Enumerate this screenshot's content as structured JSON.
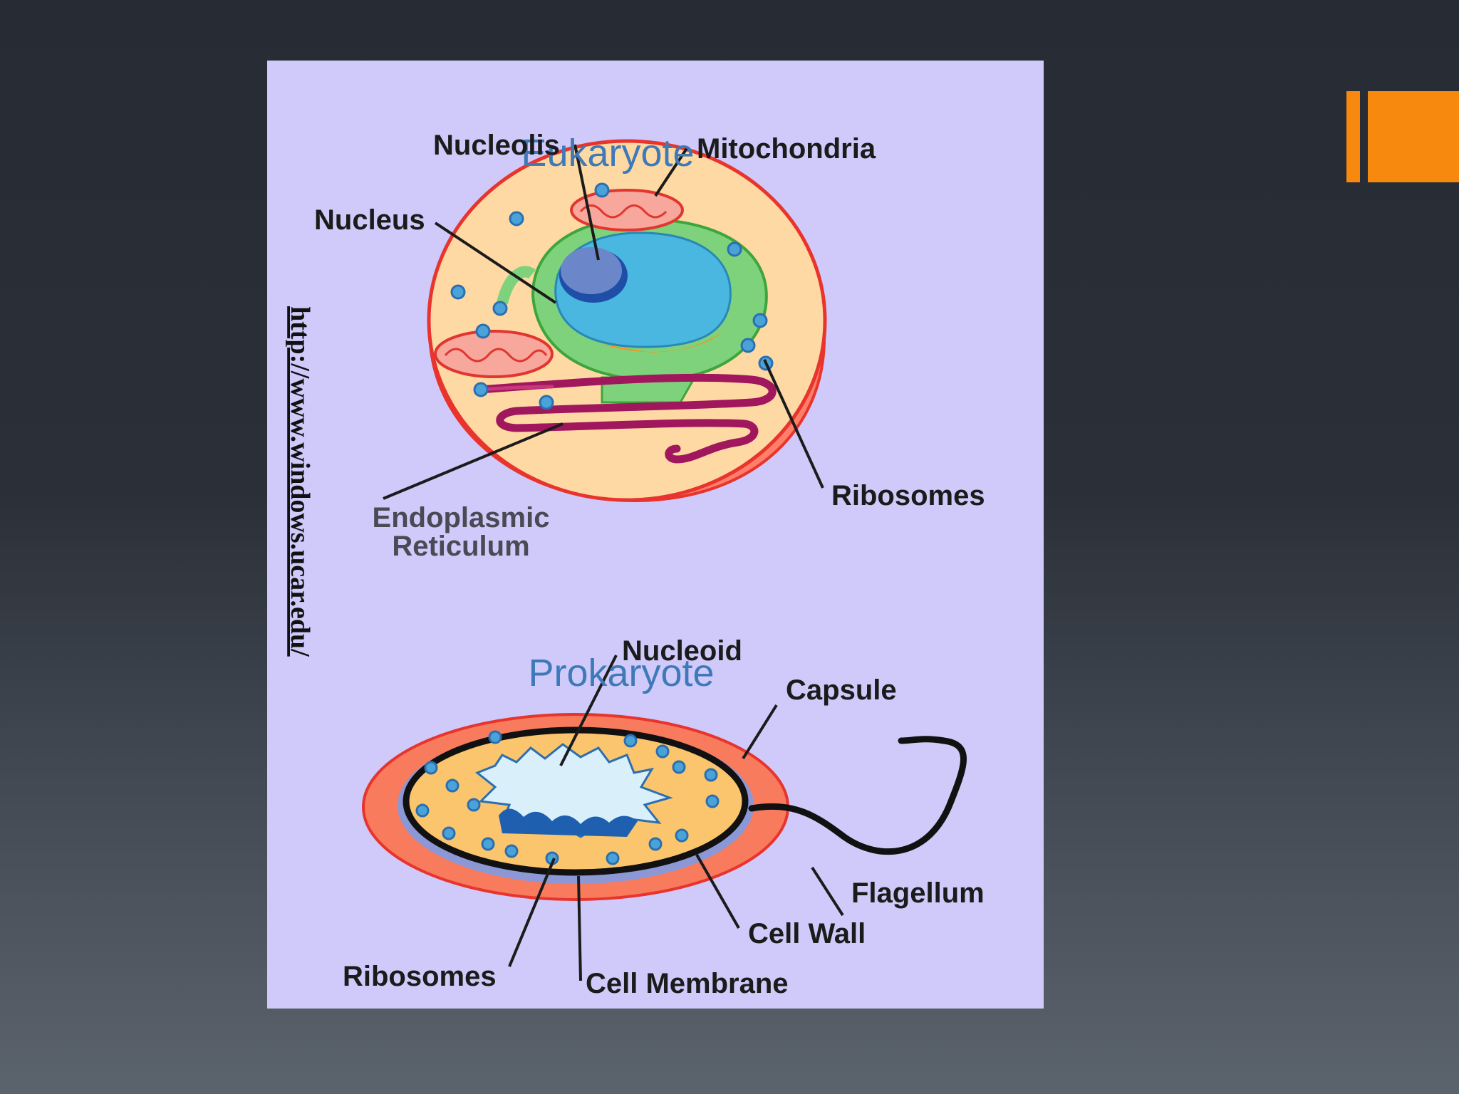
{
  "colors": {
    "accent": "#f7890f",
    "figure_background": "#cfcafa",
    "title_blue": "#3f7ab8"
  },
  "diagram": {
    "eukaryote": {
      "title": "Eukaryote",
      "labels": {
        "nucleolis": "Nucleolis",
        "mitochondria": "Mitochondria",
        "nucleus": "Nucleus",
        "ribosomes": "Ribosomes",
        "er_line1": "Endoplasmic",
        "er_line2": "Reticulum"
      }
    },
    "prokaryote": {
      "title": "Prokaryote",
      "labels": {
        "nucleoid": "Nucleoid",
        "capsule": "Capsule",
        "flagellum": "Flagellum",
        "cell_wall": "Cell Wall",
        "ribosomes": "Ribosomes",
        "cell_membrane": "Cell Membrane"
      }
    },
    "watermark": "http://www.windows.ucar.edu/"
  }
}
